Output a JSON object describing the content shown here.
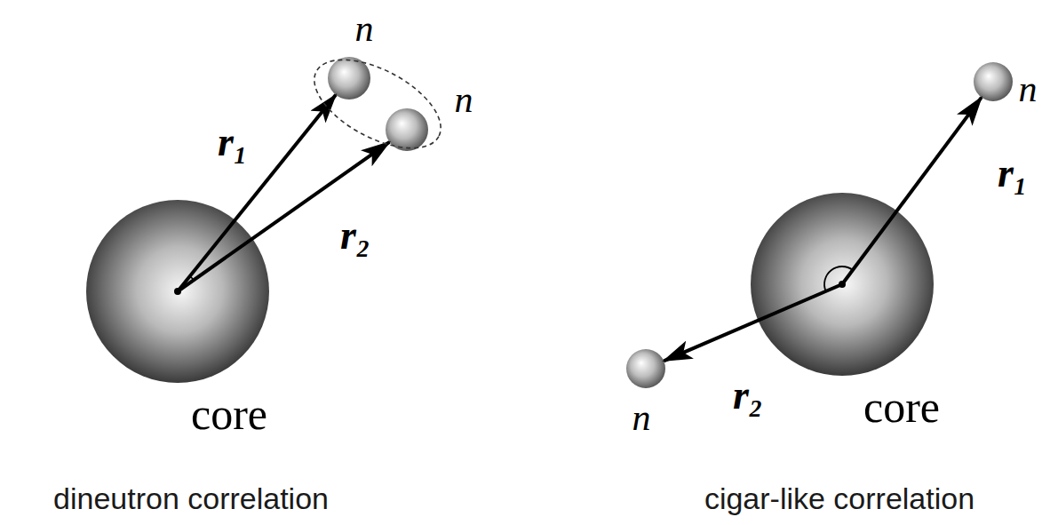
{
  "diagram": {
    "nodes": [
      {
        "text": [
          "core"
        ]
      },
      {
        "text": [
          "n"
        ]
      },
      {
        "text": [
          "n"
        ]
      },
      {
        "text": [
          "core"
        ]
      },
      {
        "text": [
          "n"
        ]
      },
      {
        "text": [
          "n"
        ]
      }
    ],
    "edges": [
      {
        "from": 0,
        "to": 1,
        "arrow": "to",
        "label": "r₁"
      },
      {
        "from": 0,
        "to": 2,
        "arrow": "to",
        "label": "r₂"
      },
      {
        "from": 3,
        "to": 4,
        "arrow": "to",
        "label": "r₁"
      },
      {
        "from": 3,
        "to": 5,
        "arrow": "to",
        "label": "r₂"
      }
    ],
    "labels": [
      "dineutron correlation",
      "cigar-like correlation"
    ]
  }
}
